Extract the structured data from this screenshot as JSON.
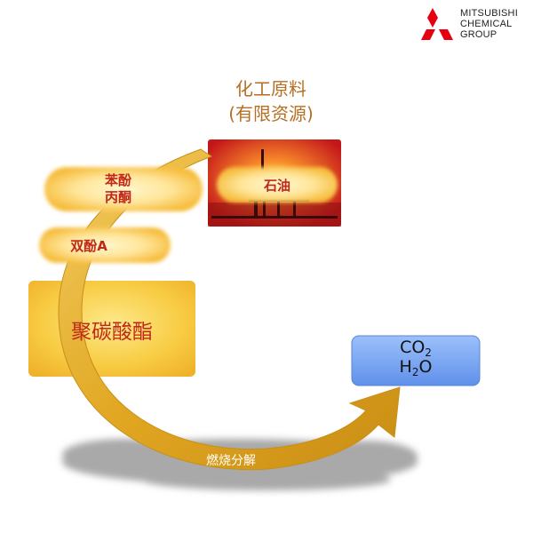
{
  "logo": {
    "lines": [
      "MITSUBISHI",
      "CHEMICAL",
      "GROUP"
    ],
    "icon": "three-diamonds-icon",
    "color": "#e60012"
  },
  "diagram": {
    "raw_material_title": [
      "化工原料",
      "(有限资源)"
    ],
    "oil_label": "石油",
    "phenol_acetone_label": [
      "苯酚",
      "丙酮"
    ],
    "bpa_label": "双酚A",
    "polycarbonate_label": "聚碳酸酯",
    "output": {
      "co": "CO",
      "co_sub": "2",
      "h": "H",
      "h_sub": "2",
      "o": "O"
    },
    "combustion_label": "燃烧分解"
  },
  "colors": {
    "arrow": "#e8b52a",
    "title": "#b56f22",
    "label_text": "#c0281c",
    "output_box": "#7aa8f2",
    "cloud": "#a9a9a9",
    "oil_box": "#d9281c"
  }
}
